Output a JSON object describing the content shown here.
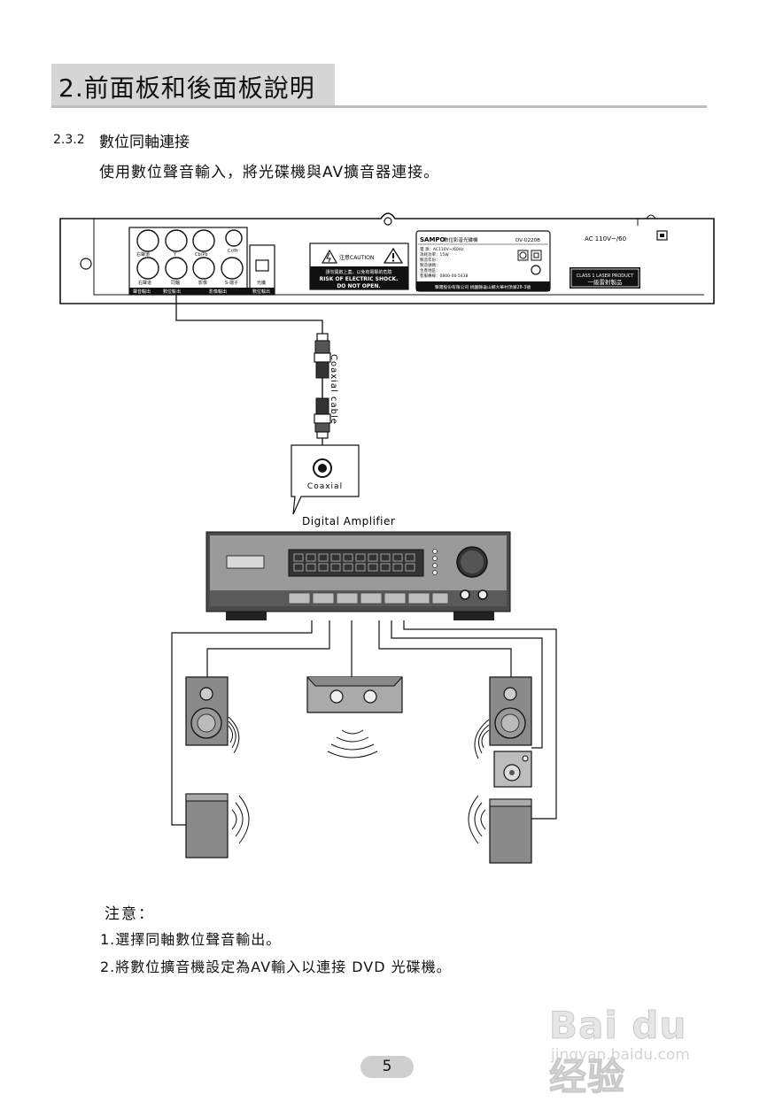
{
  "header": {
    "title": "2.前面板和後面板說明"
  },
  "section": {
    "number": "2.3.2",
    "title": "數位同軸連接",
    "description": "使用數位聲音輸入，將光碟機與AV擴音器連接。"
  },
  "diagram": {
    "back_panel": {
      "brand": "SAMPO",
      "product": "數位影音光碟機",
      "model": "DV-U220B",
      "power_label": "AC 110V~/60",
      "caution_label": "注意CAUTION",
      "warning_cn": "請勿開啟上蓋，以免有電擊的危險",
      "warning_en_1": "RISK OF ELECTRIC SHOCK.",
      "warning_en_2": "DO NOT OPEN.",
      "spec_voltage": "電  源：AC110V~/60Hz",
      "spec_power": "消耗功率：15W",
      "spec_date": "製造年份：",
      "spec_serial": "製造號碼：",
      "spec_origin": "生產地區：",
      "spec_phone": "客服專線：0800-00-5438",
      "company": "聲寶股份有限公司 桃園縣龜山鄉大華村頂湖28-3號",
      "laser_en": "CLASS 1 LASER PRODUCT",
      "laser_cn": "一級雷射製品",
      "jack_labels_top": [
        "右聲道",
        "Y",
        "Cb/Pb",
        "Cr/Pr"
      ],
      "jack_labels_bottom": [
        "右聲道",
        "同軸",
        "影像",
        "S-端子",
        "光纖"
      ],
      "group_labels": [
        "聲音輸出",
        "數位輸出",
        "影像輸出",
        "數位輸出"
      ]
    },
    "cable_label": "Coaxial cable",
    "callout_port": "Coaxial",
    "amplifier_label": "Digital Amplifier"
  },
  "notes": {
    "title": "注意：",
    "items": [
      "1.選擇同軸數位聲音輸出。",
      "2.將數位擴音機設定為AV輸入以連接 DVD 光碟機。"
    ]
  },
  "watermark": {
    "logo": "Bai du 经验",
    "url": "jingyan.baidu.com"
  },
  "page_number": "5"
}
